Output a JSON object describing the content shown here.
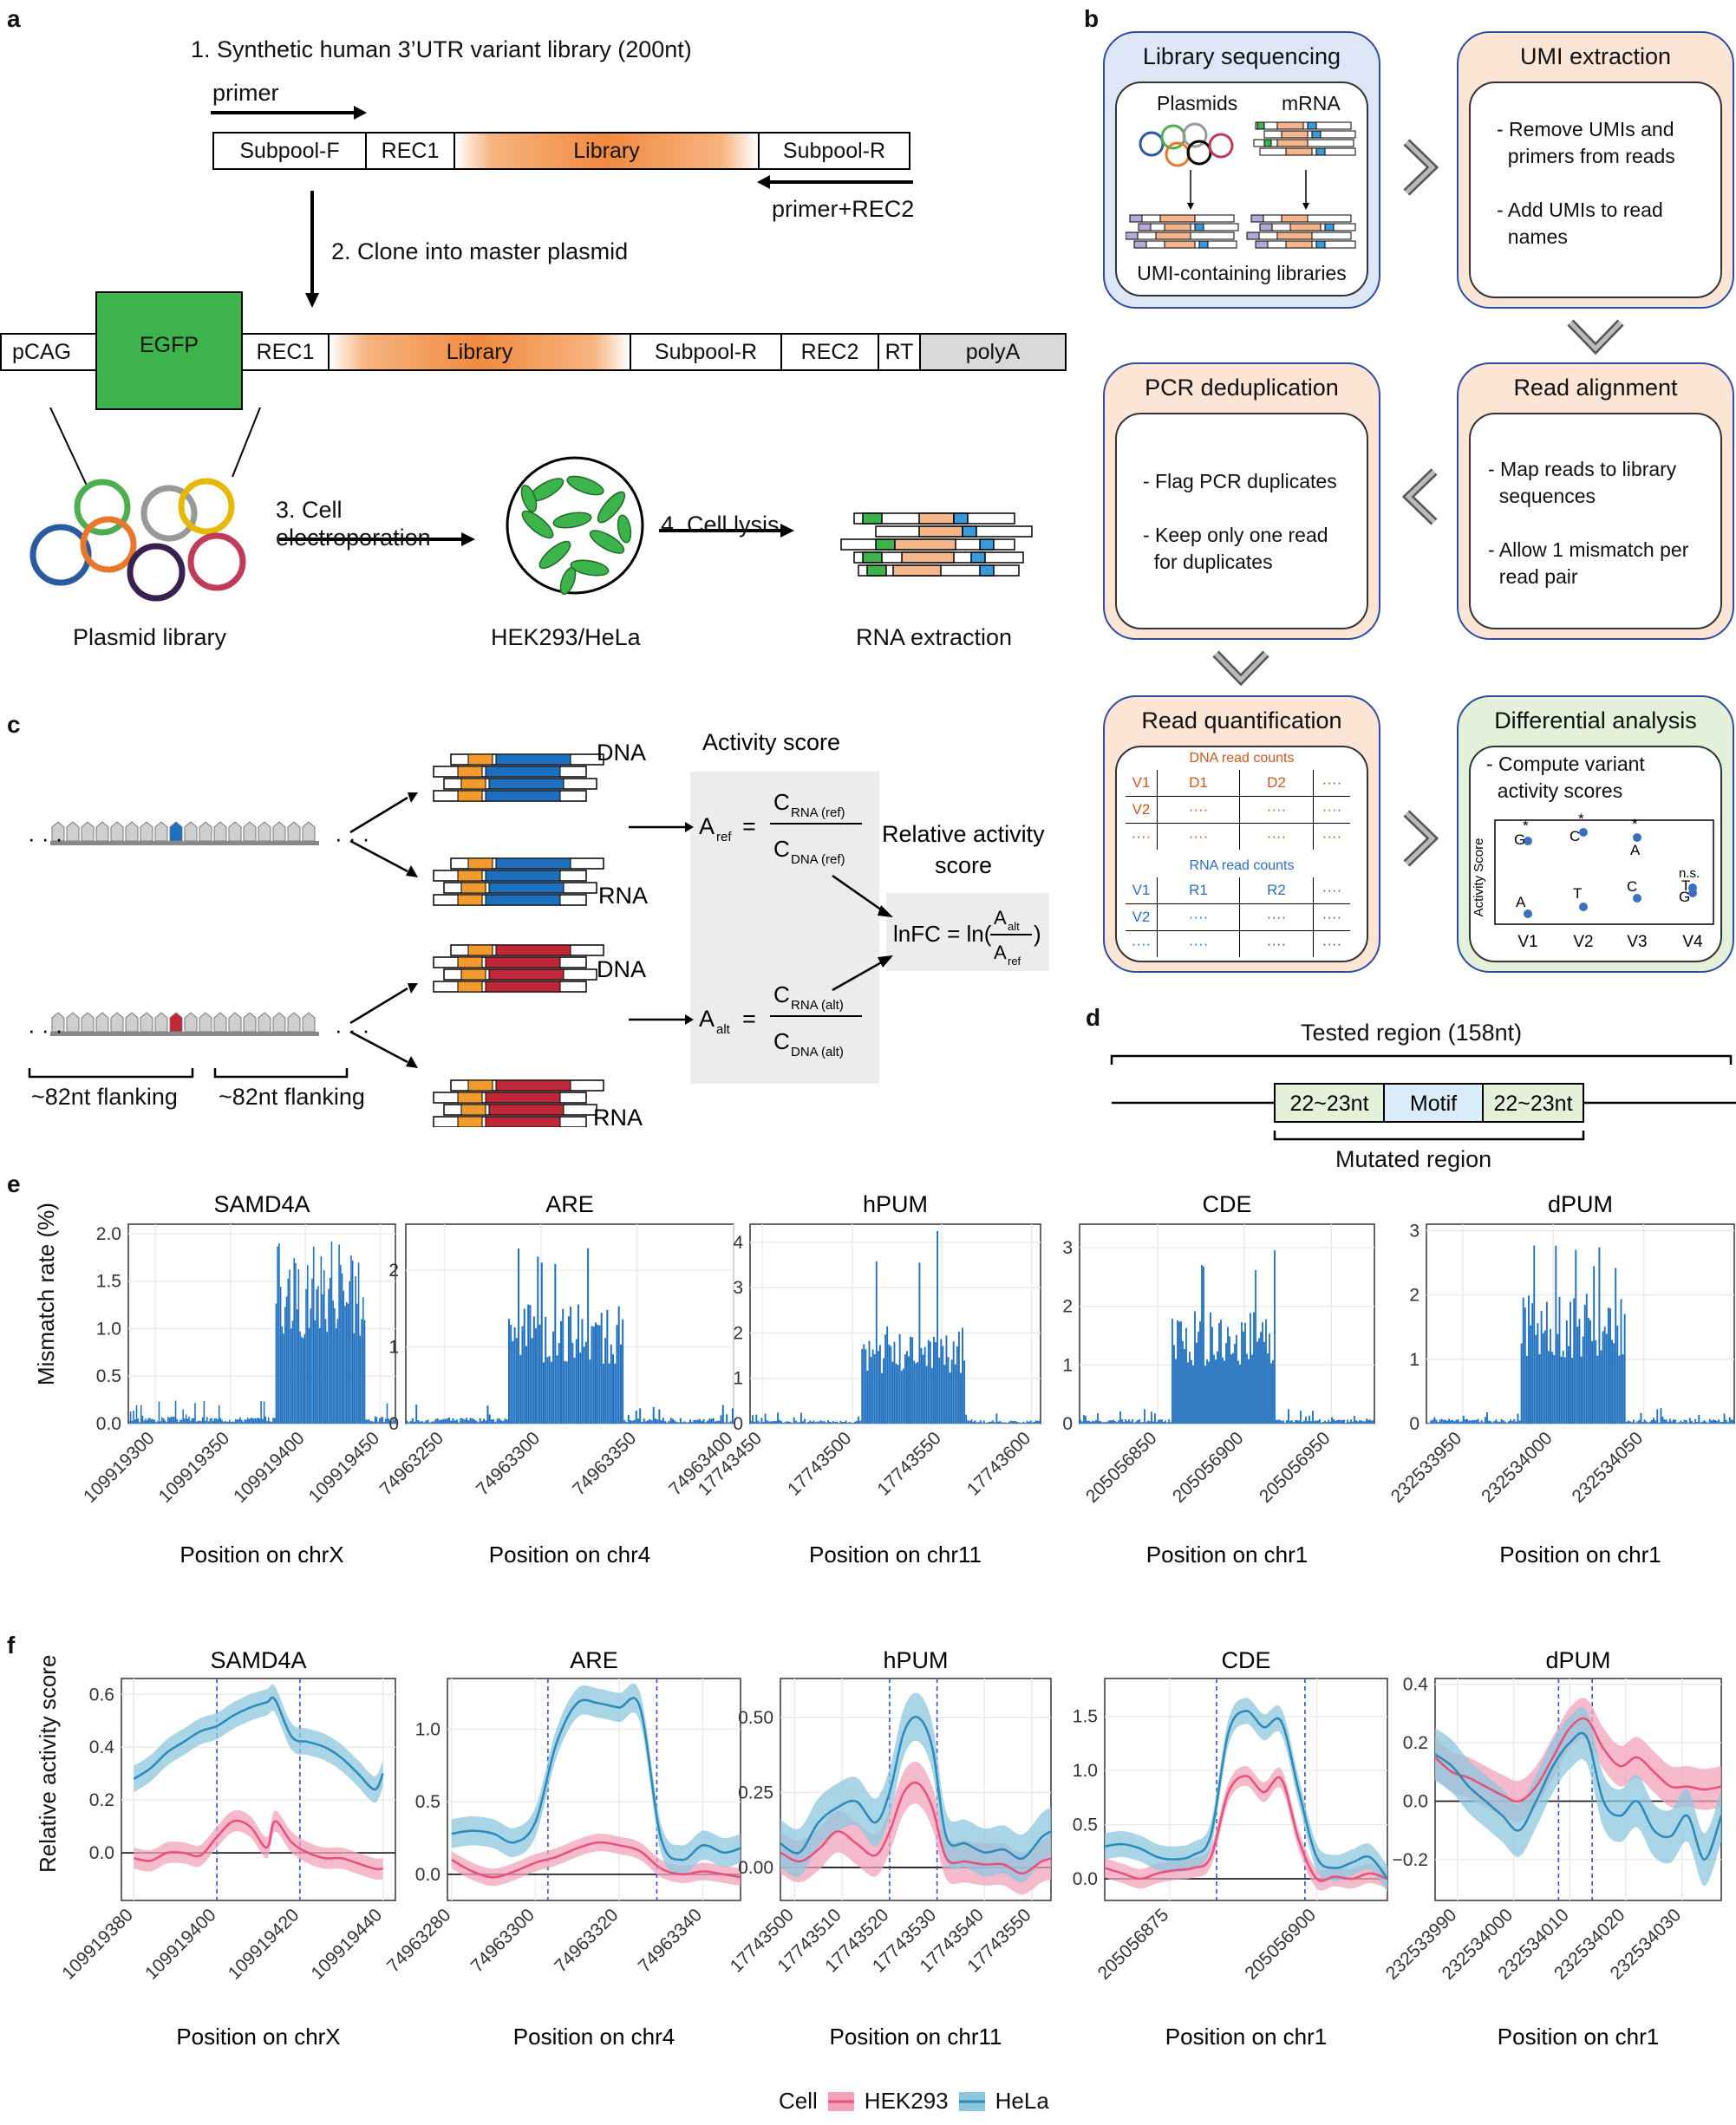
{
  "panel_a": {
    "label": "a",
    "step1": "1. Synthetic human 3’UTR variant library (200nt)",
    "primer": "primer",
    "primer_rec2": "primer+REC2",
    "top_construct": [
      "Subpool-F",
      "REC1",
      "Library",
      "Subpool-R"
    ],
    "step2": "2. Clone into master plasmid",
    "plasmid_construct": [
      "pCAG",
      "EGFP",
      "REC1",
      "Library",
      "Subpool-R",
      "REC2",
      "RT",
      "polyA"
    ],
    "step3": "3. Cell electroporation",
    "step4": "4. Cell lysis",
    "plasmid_library": "Plasmid library",
    "cells": "HEK293/HeLa",
    "rna_extraction": "RNA extraction",
    "colors": {
      "egfp": "#3cb44b",
      "library": "#f08a40",
      "polyA": "#d9d9d9"
    }
  },
  "panel_b": {
    "label": "b",
    "lib_seq": {
      "title": "Library sequencing",
      "plasmids": "Plasmids",
      "mrna": "mRNA",
      "footer": "UMI-containing libraries"
    },
    "umi": {
      "title": "UMI extraction",
      "lines": [
        "- Remove UMIs and",
        "  primers from reads",
        "",
        "- Add UMIs to read",
        "  names"
      ]
    },
    "pcr": {
      "title": "PCR deduplication",
      "lines": [
        "- Flag PCR duplicates",
        "",
        "- Keep only one read",
        "  for duplicates"
      ]
    },
    "align": {
      "title": "Read alignment",
      "lines": [
        "- Map reads to library",
        "  sequences",
        "",
        "- Allow 1 mismatch per",
        "  read pair"
      ]
    },
    "quant": {
      "title": "Read quantification",
      "dna_header": "DNA read counts",
      "dna_rows": [
        [
          "V1",
          "D1",
          "D2",
          "····"
        ],
        [
          "V2",
          "····",
          "····",
          "····"
        ],
        [
          "····",
          "····",
          "····",
          "····"
        ]
      ],
      "rna_header": "RNA read counts",
      "rna_rows": [
        [
          "V1",
          "R1",
          "R2",
          "····"
        ],
        [
          "V2",
          "····",
          "····",
          "····"
        ],
        [
          "····",
          "····",
          "····",
          "····"
        ]
      ]
    },
    "diff": {
      "title": "Differential analysis",
      "line1": "- Compute variant",
      "line2": "  activity scores",
      "ylabel": "Activity Score",
      "xticks": [
        "V1",
        "V2",
        "V3",
        "V4"
      ],
      "stars": [
        "*",
        "*",
        "*",
        "n.s."
      ],
      "point_labels": [
        "G",
        "A",
        "C",
        "T",
        "A",
        "C",
        "T",
        "G"
      ]
    }
  },
  "panel_c": {
    "label": "c",
    "dna": "DNA",
    "rna": "RNA",
    "activity_title": "Activity score",
    "a_ref": "A",
    "a_ref_sub": "ref",
    "a_alt": "A",
    "a_alt_sub": "alt",
    "c_rna_ref": "C",
    "c_rna_ref_sub": "RNA (ref)",
    "c_dna_ref": "C",
    "c_dna_ref_sub": "DNA (ref)",
    "c_rna_alt": "C",
    "c_rna_alt_sub": "RNA (alt)",
    "c_dna_alt": "C",
    "c_dna_alt_sub": "DNA (alt)",
    "rel_title_1": "Relative activity",
    "rel_title_2": "score",
    "lnfc": "lnFC = ln(",
    "flank_left": "~82nt flanking",
    "flank_right": "~82nt flanking",
    "dots": "· · ·",
    "colors": {
      "ref": "#1f6fbf",
      "alt": "#c0283a",
      "orange": "#f29a2e"
    }
  },
  "panel_d": {
    "label": "d",
    "tested": "Tested region (158nt)",
    "left": "22~23nt",
    "motif": "Motif",
    "right": "22~23nt",
    "mutated": "Mutated region"
  },
  "panel_e": {
    "label": "e",
    "ylabel": "Mismatch rate (%)",
    "bar_color": "#1f6fbf",
    "chart_data": [
      {
        "type": "bar",
        "title": "SAMD4A",
        "xlabel": "Position on chrX",
        "xticks": [
          "109919300",
          "109919350",
          "109919400",
          "109919450"
        ],
        "yticks": [
          "0.0",
          "0.5",
          "1.0",
          "1.5",
          "2.0"
        ],
        "ylim": [
          0,
          2.1
        ],
        "xlim": [
          109919282,
          109919460
        ],
        "region": [
          109919380,
          109919440
        ],
        "low_level": 0.05,
        "high_level": 1.5,
        "high_max": 2.0
      },
      {
        "type": "bar",
        "title": "ARE",
        "xlabel": "Position on chr4",
        "xticks": [
          "74963250",
          "74963300",
          "74963350",
          "74963400"
        ],
        "yticks": [
          "0",
          "1",
          "2"
        ],
        "ylim": [
          0,
          2.6
        ],
        "xlim": [
          74963230,
          74963400
        ],
        "region": [
          74963283,
          74963343
        ],
        "low_level": 0.05,
        "high_level": 1.3,
        "high_max": 2.5
      },
      {
        "type": "bar",
        "title": "hPUM",
        "xlabel": "Position on chr11",
        "xticks": [
          "17743450",
          "17743500",
          "17743550",
          "17743600"
        ],
        "yticks": [
          "0",
          "1",
          "2",
          "3",
          "4"
        ],
        "ylim": [
          0,
          4.4
        ],
        "xlim": [
          17743443,
          17743605
        ],
        "region": [
          17743505,
          17743563
        ],
        "low_level": 0.05,
        "high_level": 1.8,
        "high_max": 4.3
      },
      {
        "type": "bar",
        "title": "CDE",
        "xlabel": "Position on chr1",
        "xticks": [
          "205056850",
          "205056900",
          "205056950"
        ],
        "yticks": [
          "0",
          "1",
          "2",
          "3"
        ],
        "ylim": [
          0,
          3.4
        ],
        "xlim": [
          205056805,
          205056975
        ],
        "region": [
          205056858,
          205056918
        ],
        "low_level": 0.05,
        "high_level": 1.6,
        "high_max": 3.2
      },
      {
        "type": "bar",
        "title": "dPUM",
        "xlabel": "Position on chr1",
        "xticks": [
          "232533950",
          "232534000",
          "232534050"
        ],
        "yticks": [
          "0",
          "1",
          "2",
          "3"
        ],
        "ylim": [
          0,
          3.1
        ],
        "xlim": [
          232533930,
          232534100
        ],
        "region": [
          232533982,
          232534040
        ],
        "low_level": 0.05,
        "high_level": 1.7,
        "high_max": 2.9
      }
    ]
  },
  "panel_f": {
    "label": "f",
    "ylabel": "Relative activity score",
    "legend_title": "Cell",
    "series_names": [
      "HEK293",
      "HeLa"
    ],
    "colors": {
      "HEK293": "#e8507a",
      "HeLa": "#2a8ab8",
      "HEK293_band": "#f2a3b9",
      "HeLa_band": "#8cc7df"
    },
    "chart_data": [
      {
        "type": "line",
        "title": "SAMD4A",
        "xlabel": "Position on chrX",
        "xticks": [
          "109919380",
          "109919400",
          "109919420",
          "109919440"
        ],
        "xtick_vals": [
          109919380,
          109919400,
          109919420,
          109919440
        ],
        "yticks": [
          "0.0",
          "0.2",
          "0.4",
          "0.6"
        ],
        "ytick_vals": [
          0,
          0.2,
          0.4,
          0.6
        ],
        "ylim": [
          -0.18,
          0.66
        ],
        "xlim": [
          109919377,
          109919443
        ],
        "vlines": [
          109919400,
          109919420
        ],
        "series": [
          {
            "name": "HeLa",
            "x": [
              109919380,
              109919384,
              109919388,
              109919392,
              109919396,
              109919400,
              109919404,
              109919408,
              109919412,
              109919414,
              109919418,
              109919422,
              109919426,
              109919430,
              109919434,
              109919438,
              109919440
            ],
            "values": [
              0.28,
              0.32,
              0.38,
              0.42,
              0.46,
              0.48,
              0.52,
              0.55,
              0.57,
              0.58,
              0.44,
              0.42,
              0.4,
              0.36,
              0.3,
              0.24,
              0.3
            ],
            "band": 0.05
          },
          {
            "name": "HEK293",
            "x": [
              109919380,
              109919384,
              109919388,
              109919392,
              109919396,
              109919400,
              109919404,
              109919408,
              109919412,
              109919414,
              109919418,
              109919422,
              109919426,
              109919430,
              109919434,
              109919438,
              109919440
            ],
            "values": [
              -0.02,
              -0.03,
              0.0,
              0.0,
              -0.01,
              0.06,
              0.12,
              0.1,
              0.02,
              0.12,
              0.04,
              0.0,
              -0.02,
              -0.02,
              -0.04,
              -0.06,
              -0.06
            ],
            "band": 0.04
          }
        ]
      },
      {
        "type": "line",
        "title": "ARE",
        "xlabel": "Position on chr4",
        "xticks": [
          "74963280",
          "74963300",
          "74963320",
          "74963340"
        ],
        "xtick_vals": [
          74963280,
          74963300,
          74963320,
          74963340
        ],
        "yticks": [
          "0.0",
          "0.5",
          "1.0"
        ],
        "ytick_vals": [
          0,
          0.5,
          1.0
        ],
        "ylim": [
          -0.18,
          1.35
        ],
        "xlim": [
          74963279,
          74963349
        ],
        "vlines": [
          74963303,
          74963329
        ],
        "series": [
          {
            "name": "HeLa",
            "x": [
              74963280,
              74963285,
              74963290,
              74963295,
              74963300,
              74963305,
              74963310,
              74963315,
              74963320,
              74963325,
              74963330,
              74963335,
              74963340,
              74963345,
              74963349
            ],
            "values": [
              0.28,
              0.3,
              0.28,
              0.22,
              0.36,
              0.9,
              1.18,
              1.18,
              1.15,
              1.15,
              0.25,
              0.1,
              0.2,
              0.15,
              0.18
            ],
            "band": 0.1
          },
          {
            "name": "HEK293",
            "x": [
              74963280,
              74963285,
              74963290,
              74963295,
              74963300,
              74963305,
              74963310,
              74963315,
              74963320,
              74963325,
              74963330,
              74963335,
              74963340,
              74963345,
              74963349
            ],
            "values": [
              0.1,
              0.02,
              -0.02,
              0.02,
              0.08,
              0.12,
              0.18,
              0.22,
              0.2,
              0.16,
              0.04,
              0.0,
              0.02,
              0.0,
              -0.02
            ],
            "band": 0.06
          }
        ]
      },
      {
        "type": "line",
        "title": "hPUM",
        "xlabel": "Position on chr11",
        "xticks": [
          "17743500",
          "17743510",
          "17743520",
          "17743530",
          "17743540",
          "17743550"
        ],
        "xtick_vals": [
          17743500,
          17743510,
          17743520,
          17743530,
          17743540,
          17743550
        ],
        "yticks": [
          "0.00",
          "0.25",
          "0.50"
        ],
        "ytick_vals": [
          0,
          0.25,
          0.5
        ],
        "ylim": [
          -0.11,
          0.63
        ],
        "xlim": [
          17743497,
          17743554
        ],
        "vlines": [
          17743520,
          17743530
        ],
        "series": [
          {
            "name": "HeLa",
            "x": [
              17743497,
              17743501,
              17743505,
              17743509,
              17743513,
              17743517,
              17743520,
              17743523,
              17743526,
              17743529,
              17743532,
              17743536,
              17743540,
              17743544,
              17743548,
              17743552,
              17743554
            ],
            "values": [
              0.08,
              0.05,
              0.15,
              0.2,
              0.22,
              0.15,
              0.25,
              0.45,
              0.5,
              0.4,
              0.1,
              0.08,
              0.05,
              0.06,
              0.03,
              0.1,
              0.12
            ],
            "band": 0.08
          },
          {
            "name": "HEK293",
            "x": [
              17743497,
              17743501,
              17743505,
              17743509,
              17743513,
              17743517,
              17743520,
              17743523,
              17743526,
              17743529,
              17743532,
              17743536,
              17743540,
              17743544,
              17743548,
              17743552,
              17743554
            ],
            "values": [
              0.05,
              0.02,
              0.06,
              0.12,
              0.08,
              0.04,
              0.12,
              0.25,
              0.28,
              0.2,
              0.03,
              0.02,
              0.01,
              0.01,
              -0.02,
              0.02,
              0.03
            ],
            "band": 0.07
          }
        ]
      },
      {
        "type": "line",
        "title": "CDE",
        "xlabel": "Position on chr1",
        "xticks": [
          "205056875",
          "205056900"
        ],
        "xtick_vals": [
          205056875,
          205056900
        ],
        "yticks": [
          "0.0",
          "0.5",
          "1.0",
          "1.5"
        ],
        "ytick_vals": [
          0,
          0.5,
          1.0,
          1.5
        ],
        "ylim": [
          -0.2,
          1.85
        ],
        "xlim": [
          205056864,
          205056912
        ],
        "vlines": [
          205056883,
          205056898
        ],
        "series": [
          {
            "name": "HeLa",
            "x": [
              205056864,
              205056867,
              205056870,
              205056873,
              205056876,
              205056879,
              205056882,
              205056885,
              205056888,
              205056891,
              205056894,
              205056897,
              205056900,
              205056903,
              205056906,
              205056909,
              205056912
            ],
            "values": [
              0.3,
              0.32,
              0.28,
              0.2,
              0.18,
              0.22,
              0.4,
              1.35,
              1.55,
              1.4,
              1.45,
              0.8,
              0.2,
              0.1,
              0.15,
              0.2,
              0.0
            ],
            "band": 0.12
          },
          {
            "name": "HEK293",
            "x": [
              205056864,
              205056867,
              205056870,
              205056873,
              205056876,
              205056879,
              205056882,
              205056885,
              205056888,
              205056891,
              205056894,
              205056897,
              205056900,
              205056903,
              205056906,
              205056909,
              205056912
            ],
            "values": [
              0.1,
              0.05,
              0.0,
              0.05,
              0.08,
              0.1,
              0.2,
              0.8,
              0.95,
              0.8,
              0.92,
              0.35,
              0.0,
              0.02,
              0.0,
              0.05,
              0.0
            ],
            "band": 0.09
          }
        ]
      },
      {
        "type": "line",
        "title": "dPUM",
        "xlabel": "Position on chr1",
        "xticks": [
          "232533990",
          "232534000",
          "232534010",
          "232534020",
          "232534030"
        ],
        "xtick_vals": [
          232533990,
          232534000,
          232534010,
          232534020,
          232534030
        ],
        "yticks": [
          "−0.2",
          "0.0",
          "0.2",
          "0.4"
        ],
        "ytick_vals": [
          -0.2,
          0,
          0.2,
          0.4
        ],
        "ylim": [
          -0.34,
          0.42
        ],
        "xlim": [
          232533986,
          232534037
        ],
        "vlines": [
          232534008,
          232534014
        ],
        "series": [
          {
            "name": "HeLa",
            "x": [
              232533986,
              232533989,
              232533992,
              232533995,
              232533998,
              232534001,
              232534004,
              232534007,
              232534010,
              232534013,
              232534016,
              232534019,
              232534022,
              232534025,
              232534028,
              232534031,
              232534034,
              232534037
            ],
            "values": [
              0.16,
              0.12,
              0.05,
              0.0,
              -0.05,
              -0.1,
              0.0,
              0.12,
              0.2,
              0.22,
              0.0,
              -0.05,
              0.0,
              -0.1,
              -0.12,
              -0.05,
              -0.2,
              -0.05
            ],
            "band": 0.09
          },
          {
            "name": "HEK293",
            "x": [
              232533986,
              232533989,
              232533992,
              232533995,
              232533998,
              232534001,
              232534004,
              232534007,
              232534010,
              232534013,
              232534016,
              232534019,
              232534022,
              232534025,
              232534028,
              232534031,
              232534034,
              232534037
            ],
            "values": [
              0.15,
              0.1,
              0.08,
              0.05,
              0.02,
              0.0,
              0.05,
              0.15,
              0.25,
              0.28,
              0.18,
              0.12,
              0.15,
              0.1,
              0.05,
              0.05,
              0.04,
              0.05
            ],
            "band": 0.07
          }
        ]
      }
    ]
  }
}
